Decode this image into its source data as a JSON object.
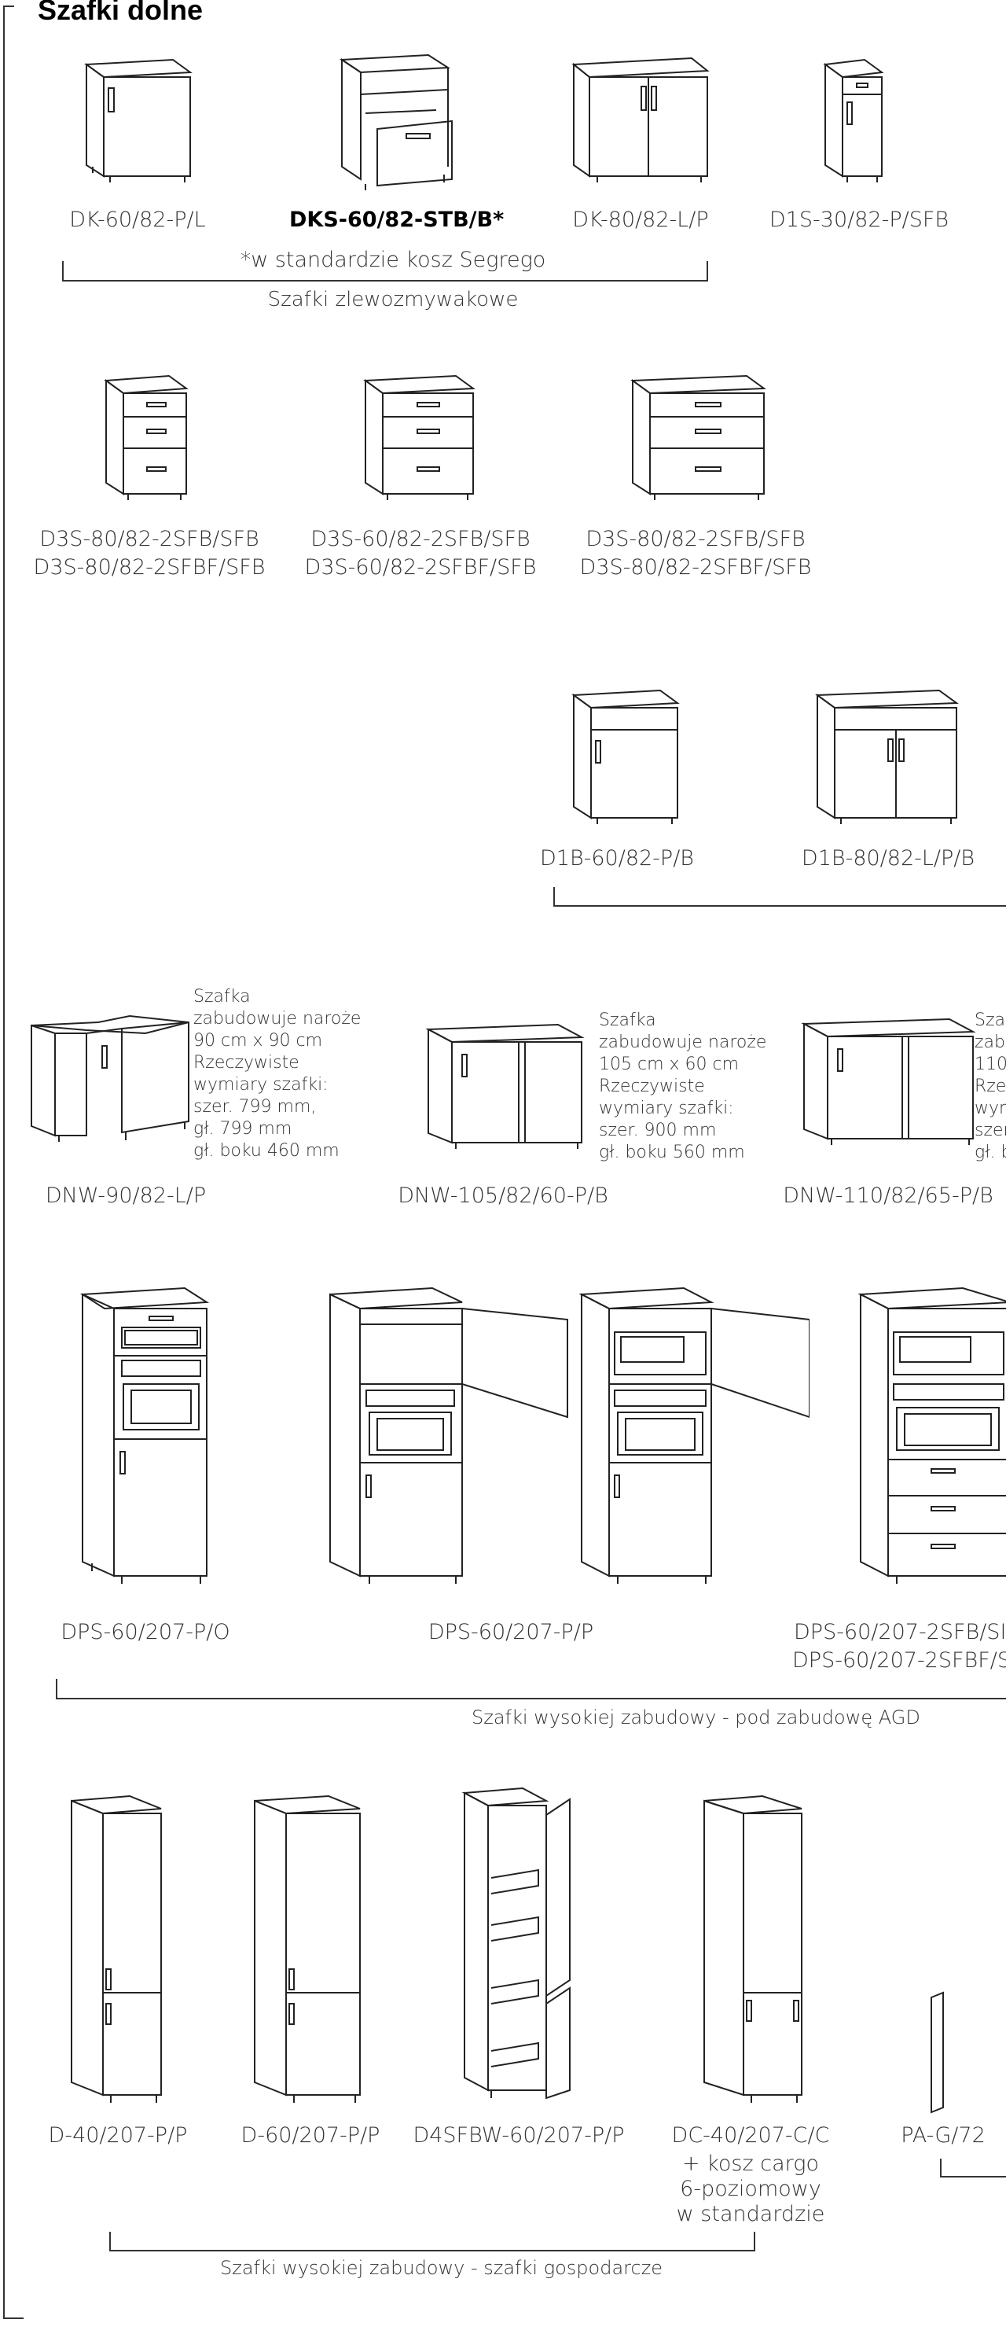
{
  "page": {
    "title": "Szafki dolne"
  },
  "sink": {
    "items": [
      "DK-60/82-P/L",
      "DKS-60/82-STB/B*",
      "DK-80/82-L/P",
      "D1S-30/82-P/SFB"
    ],
    "note": "*w standardzie kosz Segrego",
    "group_label": "Szafki zlewozmywakowe"
  },
  "drawers": {
    "items": [
      [
        "D3S-80/82-2SFB/SFB",
        "D3S-80/82-2SFBF/SFB"
      ],
      [
        "D3S-60/82-2SFB/SFB",
        "D3S-60/82-2SFBF/SFB"
      ],
      [
        "D3S-80/82-2SFB/SFB",
        "D3S-80/82-2SFBF/SFB"
      ]
    ]
  },
  "d1b": {
    "items": [
      "D1B-60/82-P/B",
      "D1B-80/82-L/P/B"
    ]
  },
  "corner": {
    "items": [
      "DNW-90/82-L/P",
      "DNW-105/82/60-P/B",
      "DNW-110/82/65-P/B"
    ],
    "notes": [
      [
        "Szafka",
        "zabudowuje naroże",
        "90 cm x 90 cm",
        "Rzeczywiste",
        "wymiary szafki:",
        "szer. 799 mm,",
        "gł. 799 mm",
        "gł. boku 460 mm"
      ],
      [
        "Szafka",
        "zabudowuje naroże",
        "105 cm x 60 cm",
        "Rzeczywiste",
        "wymiary szafki:",
        "szer. 900 mm",
        "gł. boku 560 mm"
      ],
      [
        "Sza",
        "zab",
        "110",
        "Rze",
        "wym",
        "szer",
        "gł. b"
      ]
    ]
  },
  "tall_agd": {
    "items": [
      "DPS-60/207-P/O",
      "DPS-60/207-P/P",
      "DPS-60/207-2SFB/SI",
      "DPS-60/207-2SFBF/S"
    ],
    "group_label": "Szafki wysokiej zabudowy - pod zabudowę AGD"
  },
  "tall_util": {
    "items": [
      "D-40/207-P/P",
      "D-60/207-P/P",
      "D4SFBW-60/207-P/P",
      "DC-40/207-C/C",
      "PA-G/72"
    ],
    "dc_note": [
      "+ kosz cargo",
      "6-poziomowy",
      "w standardzie"
    ],
    "group_label": "Szafki wysokiej zabudowy - szafki gospodarcze"
  }
}
